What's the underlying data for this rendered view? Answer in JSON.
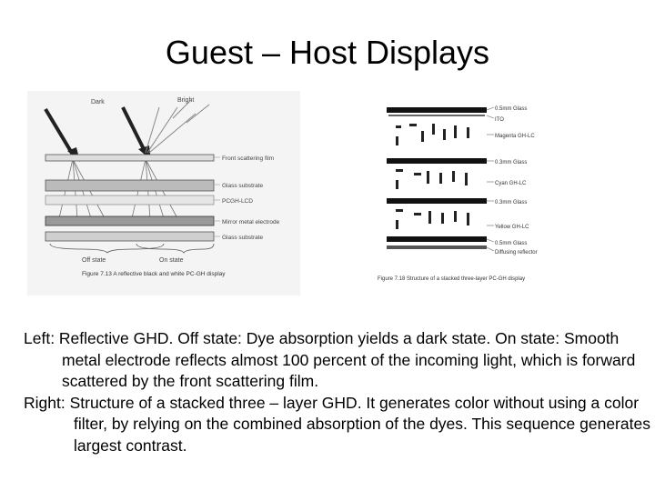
{
  "slide": {
    "title": "Guest – Host Displays"
  },
  "figure_left": {
    "labels": {
      "dark": "Dark",
      "bright": "Bright",
      "front_scattering_film": "Front scattering film",
      "glass_substrate_top": "Glass substrate",
      "pcgh_lcd": "PCGH-LCD",
      "mirror_metal_electrode": "Mirror metal electrode",
      "glass_substrate_bottom": "Glass substrate",
      "off_state": "Off state",
      "on_state": "On state"
    },
    "caption": "Figure 7.13  A reflective black and white PC-GH display"
  },
  "figure_right": {
    "labels": {
      "glass_top": "0.5mm Glass",
      "ito": "ITO",
      "magenta": "Magenta GH-LC",
      "glass_mid1": "0.3mm Glass",
      "cyan": "Cyan GH-LC",
      "glass_mid2": "0.3mm Glass",
      "yellow": "Yellow GH-LC",
      "glass_bottom": "0.5mm Glass",
      "diffusing_reflector": "Diffusing reflector"
    },
    "caption": "Figure 7.18  Structure of a stacked three-layer PC-GH display"
  },
  "description": {
    "left": "Left: Reflective GHD. Off state: Dye absorption yields a dark state. On state: Smooth metal electrode reflects almost 100 percent of the incoming light, which is forward scattered by the front scattering film.",
    "right": "Right: Structure of a stacked three – layer GHD. It generates color without using a color filter, by relying on the combined absorption of the dyes. This sequence generates largest contrast."
  }
}
